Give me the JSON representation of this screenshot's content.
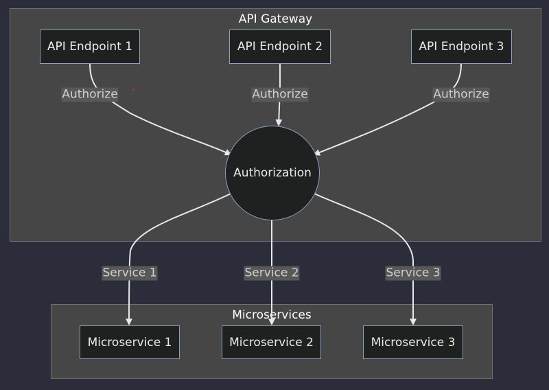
{
  "clusters": {
    "gateway": {
      "title": "API Gateway"
    },
    "microservices": {
      "title": "Microservices"
    }
  },
  "nodes": {
    "endpoint1": "API Endpoint 1",
    "endpoint2": "API Endpoint 2",
    "endpoint3": "API Endpoint 3",
    "authorization": "Authorization",
    "micro1": "Microservice 1",
    "micro2": "Microservice 2",
    "micro3": "Microservice 3"
  },
  "edges": {
    "auth1": "Authorize",
    "auth2": "Authorize",
    "auth3": "Authorize",
    "service1": "Service 1",
    "service2": "Service 2",
    "service3": "Service 3"
  },
  "colors": {
    "background": "#2b2d3a",
    "cluster_fill": "#464646",
    "node_fill": "#1f2020",
    "node_border": "#8da0c0",
    "edge": "#e8e8e8",
    "label_bg": "#585858"
  }
}
